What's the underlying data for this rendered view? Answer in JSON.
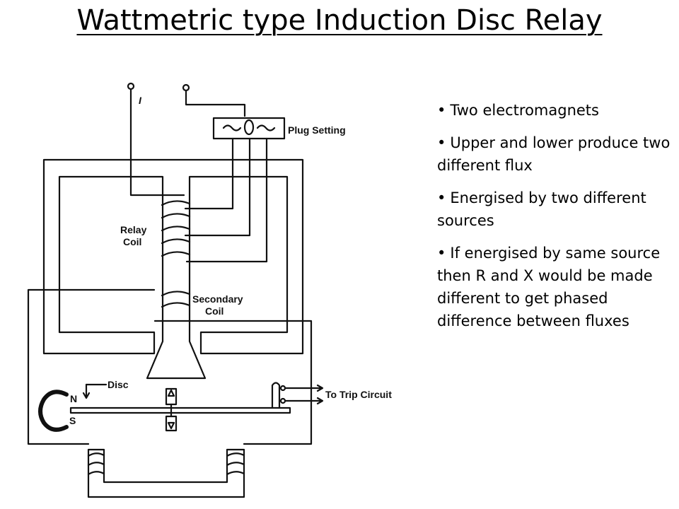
{
  "slide": {
    "title": "Wattmetric type Induction Disc Relay"
  },
  "diagram": {
    "labels": {
      "input_terminal": "I",
      "plug_setting": "Plug Setting",
      "relay_coil_line1": "Relay",
      "relay_coil_line2": "Coil",
      "secondary_coil_line1": "Secondary",
      "secondary_coil_line2": "Coil",
      "disc": "Disc",
      "north_pole": "N",
      "south_pole": "S",
      "trip_circuit": "To Trip Circuit"
    }
  },
  "bullets": [
    "Two electromagnets",
    "Upper and lower produce two different flux",
    "Energised by two different sources",
    "If energised by same source then R and X would be made different to get phased difference between fluxes"
  ]
}
